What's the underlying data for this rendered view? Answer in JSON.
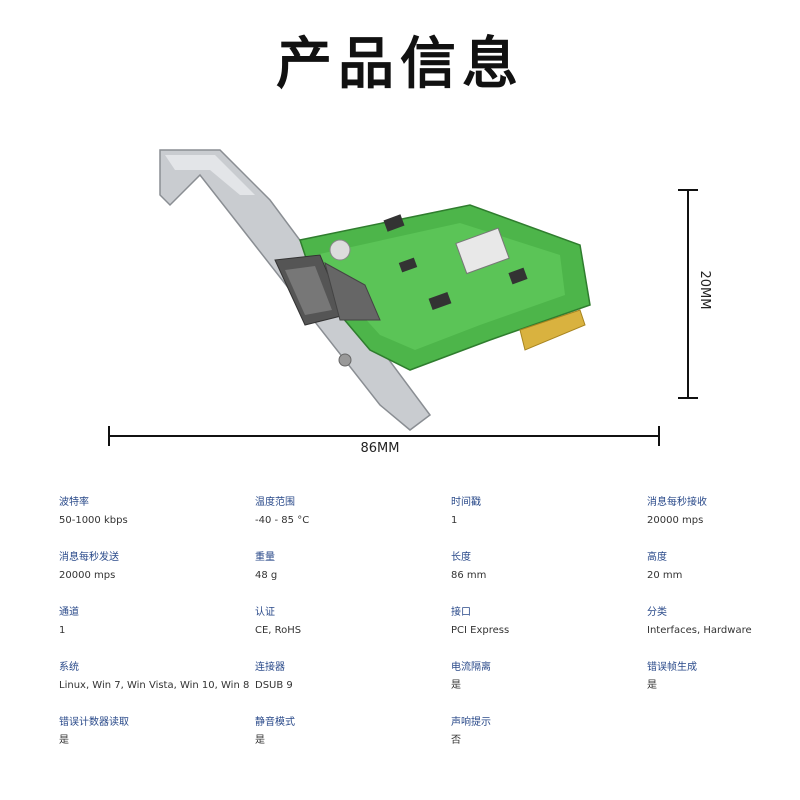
{
  "page": {
    "title": "产品信息"
  },
  "dimensions": {
    "width_label": "86MM",
    "height_label": "20MM"
  },
  "specs": [
    {
      "key": "波特率",
      "value": "50-1000 kbps"
    },
    {
      "key": "温度范围",
      "value": "-40 - 85 °C"
    },
    {
      "key": "时间戳",
      "value": "1"
    },
    {
      "key": "消息每秒接收",
      "value": "20000 mps"
    },
    {
      "key": "消息每秒发送",
      "value": "20000 mps"
    },
    {
      "key": "重量",
      "value": "48 g"
    },
    {
      "key": "长度",
      "value": "86 mm"
    },
    {
      "key": "高度",
      "value": "20 mm"
    },
    {
      "key": "通道",
      "value": "1"
    },
    {
      "key": "认证",
      "value": "CE, RoHS"
    },
    {
      "key": "接口",
      "value": "PCI Express"
    },
    {
      "key": "分类",
      "value": "Interfaces, Hardware"
    },
    {
      "key": "系统",
      "value": "Linux, Win 7, Win Vista, Win 10, Win 8"
    },
    {
      "key": "连接器",
      "value": "DSUB 9"
    },
    {
      "key": "电流隔离",
      "value": "是"
    },
    {
      "key": "错误帧生成",
      "value": "是"
    },
    {
      "key": "错误计数器读取",
      "value": "是"
    },
    {
      "key": "静音模式",
      "value": "是"
    },
    {
      "key": "声响提示",
      "value": "否"
    }
  ]
}
